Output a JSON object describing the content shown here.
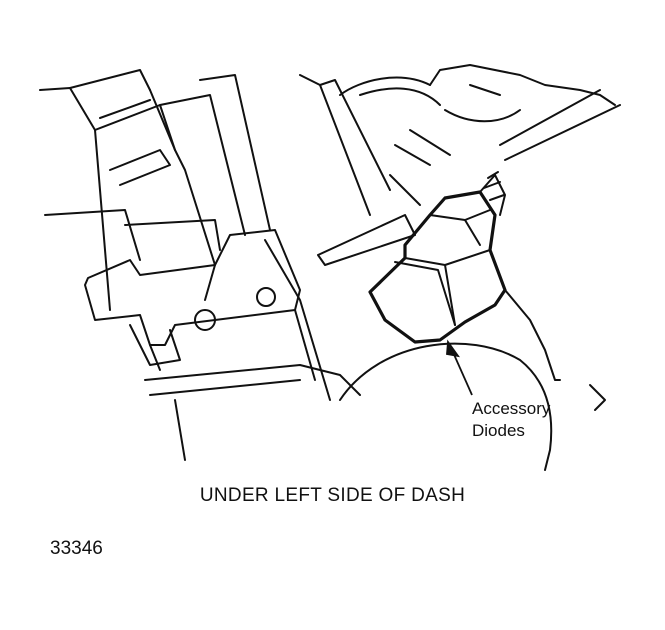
{
  "diagram": {
    "callout_label": [
      "Accessory",
      "Diodes"
    ],
    "caption": "UNDER LEFT SIDE OF DASH",
    "figure_number": "33346"
  },
  "colors": {
    "ink": "#111111",
    "paper": "#ffffff"
  }
}
